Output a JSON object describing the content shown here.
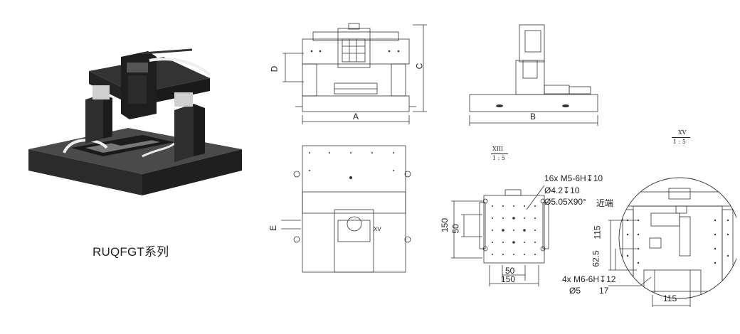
{
  "caption": "RUQFGT系列",
  "front_view": {
    "dim_a": "A",
    "dim_c": "C",
    "dim_d": "D"
  },
  "side_view": {
    "dim_b": "B"
  },
  "top_view": {
    "dim_e": "E",
    "detail_ref": "XV"
  },
  "detail_xiii": {
    "scale_name": "XIII",
    "scale_ratio": "1 : 5",
    "callout_line1": "16x M5-6H↧10",
    "callout_line2": "Ø4.2↧10",
    "callout_line3": "Ø5.05X90°",
    "near_end": "近端",
    "dim_150_vertical": "150",
    "dim_50_vertical": "50",
    "dim_50_horizontal": "50",
    "dim_150_horizontal": "150"
  },
  "detail_xv": {
    "scale_name": "XV",
    "scale_ratio": "1 : 5",
    "dim_115_vertical": "115",
    "dim_62_5": "62.5",
    "callout_line1": "4x M6-6H↧12",
    "callout_d5": "Ø5",
    "callout_17": "17",
    "dim_115_horizontal": "115"
  },
  "colors": {
    "line": "#333333",
    "body_dark": "#2a2a2a",
    "granite": "#3b3b3b"
  }
}
